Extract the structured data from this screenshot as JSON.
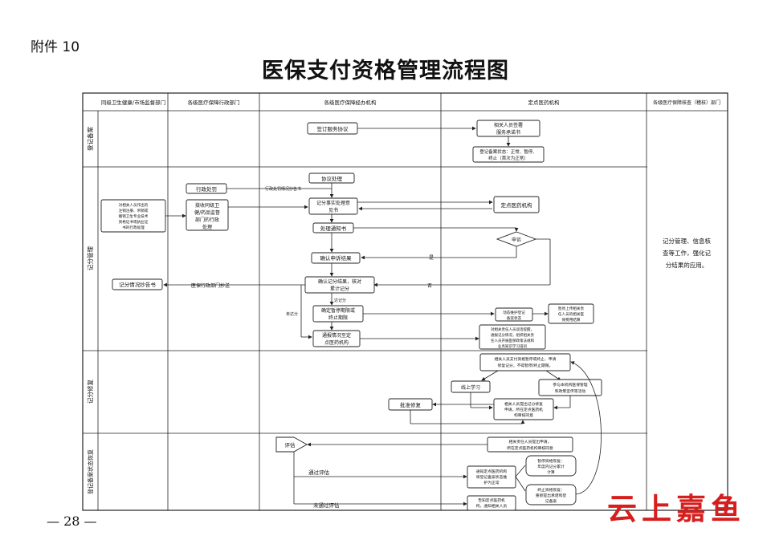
{
  "doc": {
    "attachment": "附件 10",
    "title": "医保支付资格管理流程图",
    "page_number": "— 28 —",
    "brand": "云上嘉鱼"
  },
  "columns": [
    "同级卫生健康/市场监督部门",
    "各级医疗保障行政部门",
    "各级医疗保障经办机构",
    "定点医药机构",
    "各级医疗保障核查（稽核）部门"
  ],
  "rows": [
    "登记备案",
    "记分管理",
    "记分修复",
    "登记备案状态恢复"
  ],
  "nodes": {
    "sign_agreement": "签订服务协议",
    "staff_sign": "相关人员签署服务承诺书",
    "reg_status": "登记备案状态：正常、暂停、终止（首次为正常）",
    "agreement_handle": "协议处理",
    "admin_penalty": "行政处罚",
    "penalty_copy": "行政处罚情况抄告书",
    "receive_penalty": "接收同级卫健/药品监督部门的行政处理",
    "health_dept_note": "对相关人员作出的注销注册、吊销或撤销卫生专业技术资格证书或执业证书的行政处理",
    "score_notice": "记分事实处理意见书",
    "designated_org": "定点医药机构",
    "handle_notice": "处理通知书",
    "appeal": "申诉",
    "confirm_appeal": "确认申诉结果",
    "yes": "是",
    "no": "否",
    "score_report": "记分情况抄告书",
    "copy_admin": "医保行政部门抄送",
    "confirm_score": "确认记分结果，核对累计记分",
    "score_reach": "达记分",
    "not_reach": "未达分",
    "pause_period": "确定暂停期限或终止期限",
    "dynamic_maintain": "动态维护登记备案状态",
    "upload_pause": "暂停上传相关责任人员的相关医保费用结算",
    "notify_org": "通报情况至定点医药机构",
    "org_training": "对相关责任人员谈话提醒，通报记分情况，组织相关责任人员开展医保政策法规和业务知识学习培训",
    "apply_repair": "相关人员支付资格暂停或终止、申请修复记分，不得暂停/终止期限。",
    "online_learn": "线上学习",
    "join_activity": "参与本机构医保管理和政策宣传等活动",
    "submit_repair": "相关人员提出记分修复申请，所在定点医药机构审核同意",
    "approve_repair": "批准修复",
    "evaluate": "评估",
    "submit_restore": "相关责任人员提出申请，所在定点医药机构审核同意",
    "pass_eval": "通过评估",
    "notify_restore": "通知定点医药机构将登记备案状态维护为正常",
    "pause_restore": "暂停资格恢复：年度内记分累计计算",
    "fail_eval": "未通过评估",
    "notify_staff": "告知定点医药机构，通知相关人员",
    "stop_restore": "终止资格恢复：重新提出承诺和登记备案",
    "audit_work": "记分管理、信息核查等工作，强化记分结果的应用。"
  }
}
